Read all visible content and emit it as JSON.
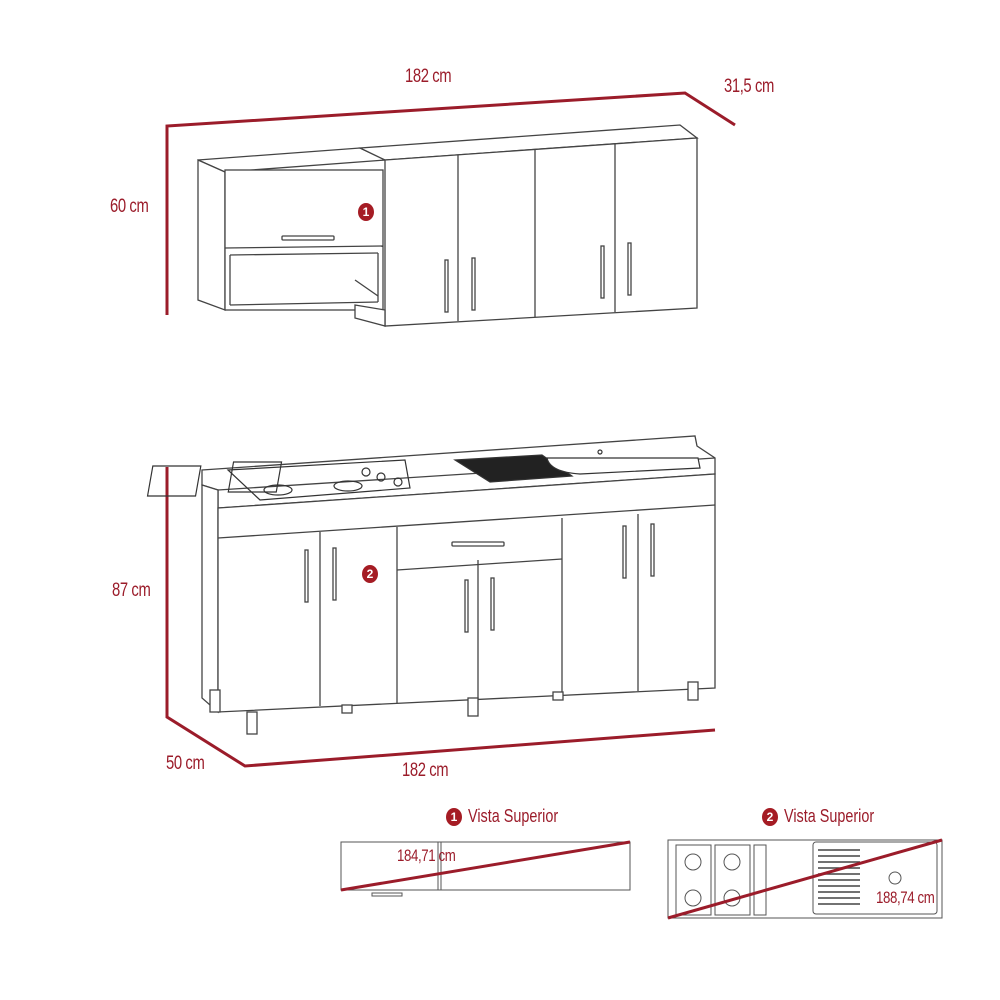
{
  "upper_cabinet": {
    "width_label": "182 cm",
    "depth_label": "31,5 cm",
    "height_label": "60 cm",
    "badge": "1"
  },
  "base_cabinet": {
    "height_label": "87 cm",
    "depth_label": "50 cm",
    "width_label": "182 cm",
    "badge": "2"
  },
  "top_views": [
    {
      "badge": "1",
      "title": "Vista Superior",
      "diagonal_label": "184,71 cm"
    },
    {
      "badge": "2",
      "title": "Vista Superior",
      "diagonal_label": "188,74 cm"
    }
  ],
  "colors": {
    "dimension": "#9b1c2a",
    "badge": "#a51c24",
    "line": "#333333"
  }
}
